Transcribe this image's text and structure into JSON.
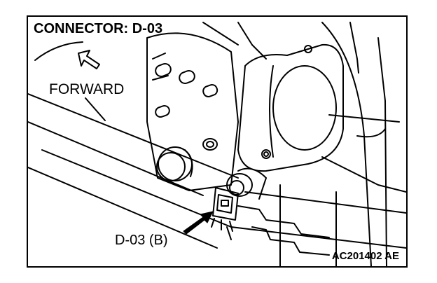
{
  "diagram": {
    "title": "CONNECTOR: D-03",
    "direction_label": "FORWARD",
    "connector_label": "D-03 (B)",
    "figure_code": "AC201402 AE"
  },
  "colors": {
    "line": "#000000",
    "background": "#ffffff"
  }
}
